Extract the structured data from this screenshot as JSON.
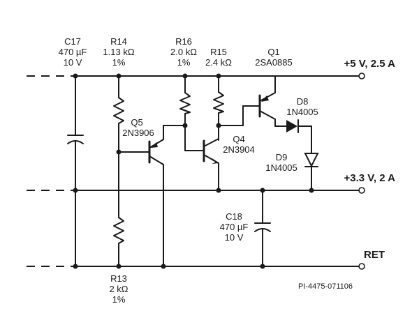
{
  "components": {
    "c17": {
      "ref": "C17",
      "value": "470 µF",
      "rating": "10 V"
    },
    "r14": {
      "ref": "R14",
      "value": "1.13 kΩ",
      "tolerance": "1%"
    },
    "r16": {
      "ref": "R16",
      "value": "2.0 kΩ",
      "tolerance": "1%"
    },
    "r15": {
      "ref": "R15",
      "value": "2.4 kΩ"
    },
    "q1": {
      "ref": "Q1",
      "part": "2SA0885"
    },
    "q5": {
      "ref": "Q5",
      "part": "2N3906"
    },
    "q4": {
      "ref": "Q4",
      "part": "2N3904"
    },
    "d8": {
      "ref": "D8",
      "part": "1N4005"
    },
    "d9": {
      "ref": "D9",
      "part": "1N4005"
    },
    "c18": {
      "ref": "C18",
      "value": "470 µF",
      "rating": "10 V"
    },
    "r13": {
      "ref": "R13",
      "value": "2 kΩ",
      "tolerance": "1%"
    }
  },
  "rails": {
    "v5": "+5 V, 2.5 A",
    "v33": "+3.3 V, 2 A",
    "ret": "RET"
  },
  "drawing_id": "PI-4475-071106"
}
